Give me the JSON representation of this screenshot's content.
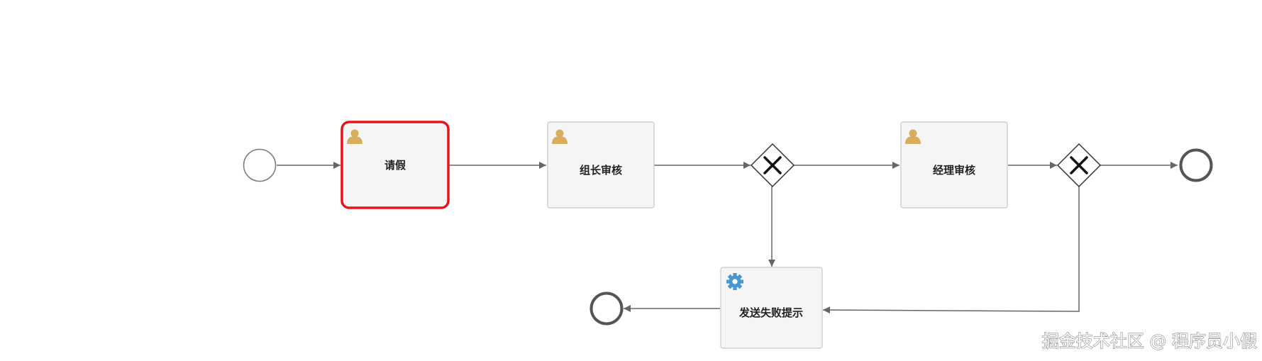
{
  "diagram": {
    "nodes": {
      "start": {
        "kind": "start-event"
      },
      "qingjia": {
        "kind": "user-task",
        "label": "请假",
        "selected": true
      },
      "zuzhang": {
        "kind": "user-task",
        "label": "组长审核"
      },
      "gateway1": {
        "kind": "exclusive-gateway"
      },
      "jingli": {
        "kind": "user-task",
        "label": "经理审核"
      },
      "gateway2": {
        "kind": "exclusive-gateway"
      },
      "end_main": {
        "kind": "end-event"
      },
      "fasong": {
        "kind": "service-task",
        "label": "发送失败提示"
      },
      "end_fail": {
        "kind": "end-event"
      }
    },
    "edges": [
      {
        "from": "start",
        "to": "qingjia"
      },
      {
        "from": "qingjia",
        "to": "zuzhang"
      },
      {
        "from": "zuzhang",
        "to": "gateway1"
      },
      {
        "from": "gateway1",
        "to": "jingli"
      },
      {
        "from": "jingli",
        "to": "gateway2"
      },
      {
        "from": "gateway2",
        "to": "end_main"
      },
      {
        "from": "gateway1",
        "to": "fasong"
      },
      {
        "from": "gateway2",
        "to": "fasong"
      },
      {
        "from": "fasong",
        "to": "end_fail"
      }
    ],
    "colors": {
      "selected_border": "#e8141b",
      "task_fill": "#f5f5f5",
      "task_border": "#c8c8c8",
      "line": "#666666",
      "user_icon": "#d9ad5e",
      "gear_icon": "#4a97cf"
    }
  },
  "watermark": {
    "text": "掘金技术社区 @ 程序员小假"
  }
}
